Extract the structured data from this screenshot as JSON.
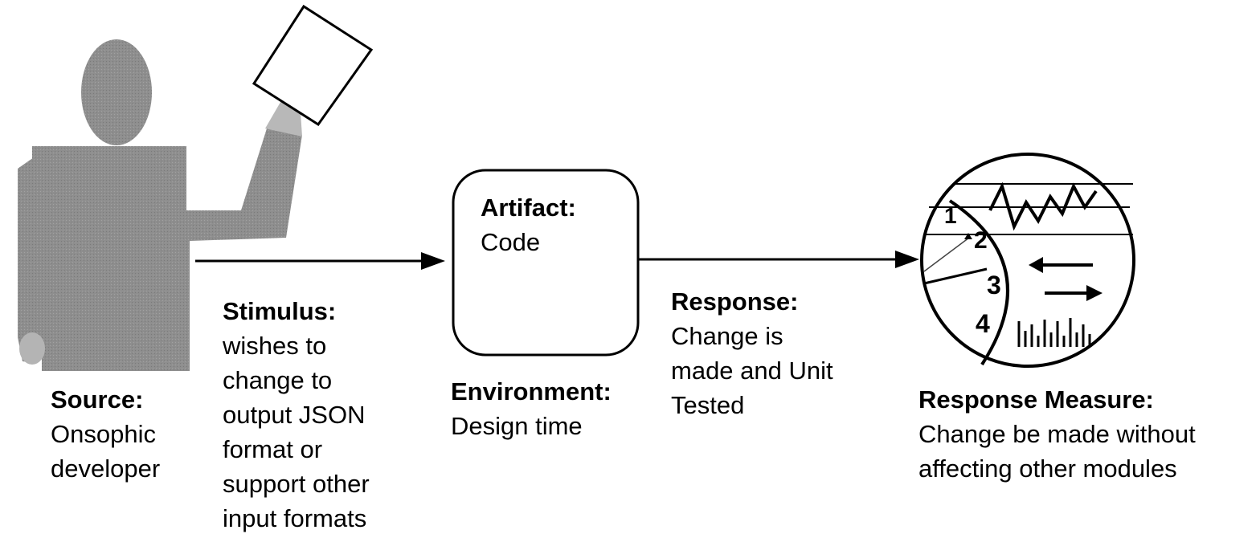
{
  "source": {
    "heading": "Source:",
    "lines": [
      "Onsophic",
      "developer"
    ]
  },
  "stimulus": {
    "heading": "Stimulus:",
    "lines": [
      "wishes to",
      "change to",
      "output JSON",
      "format or",
      "support other",
      "input formats"
    ]
  },
  "artifact": {
    "heading": "Artifact:",
    "lines": [
      "Code"
    ]
  },
  "environment": {
    "heading": "Environment:",
    "lines": [
      "Design time"
    ]
  },
  "response": {
    "heading": "Response:",
    "lines": [
      "Change is",
      "made and Unit",
      "Tested"
    ]
  },
  "response_measure": {
    "heading": "Response Measure:",
    "lines": [
      "Change be made without",
      "affecting other modules"
    ],
    "icon_numbers": [
      "1",
      "2",
      "3",
      "4"
    ]
  },
  "icons": {
    "source": "person-holding-paper-icon",
    "measure": "measurement-gauge-icon"
  },
  "colors": {
    "figure": "#8c8c8c",
    "line": "#000000",
    "background": "#ffffff"
  }
}
